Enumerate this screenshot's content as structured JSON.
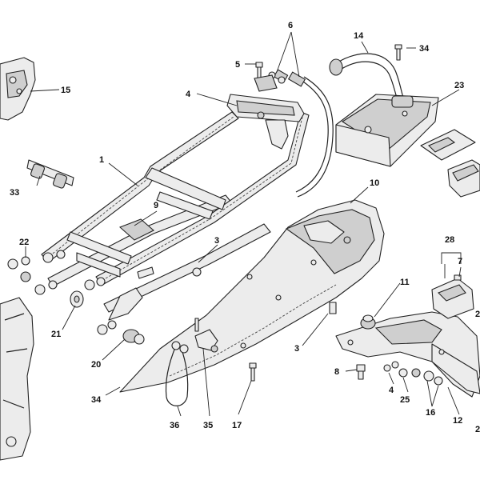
{
  "callouts": {
    "c1": "1",
    "c2": "2",
    "c3a": "3",
    "c3b": "3",
    "c4a": "4",
    "c4b": "4",
    "c5": "5",
    "c6": "6",
    "c7": "7",
    "c8": "8",
    "c9": "9",
    "c10": "10",
    "c11": "11",
    "c12": "12",
    "c14": "14",
    "c15": "15",
    "c16": "16",
    "c17": "17",
    "c20": "20",
    "c21": "21",
    "c22": "22",
    "c23": "23",
    "c25": "25",
    "c28": "28",
    "c33": "33",
    "c34a": "34",
    "c34b": "34",
    "c35": "35",
    "c36": "36",
    "c37": "2"
  }
}
